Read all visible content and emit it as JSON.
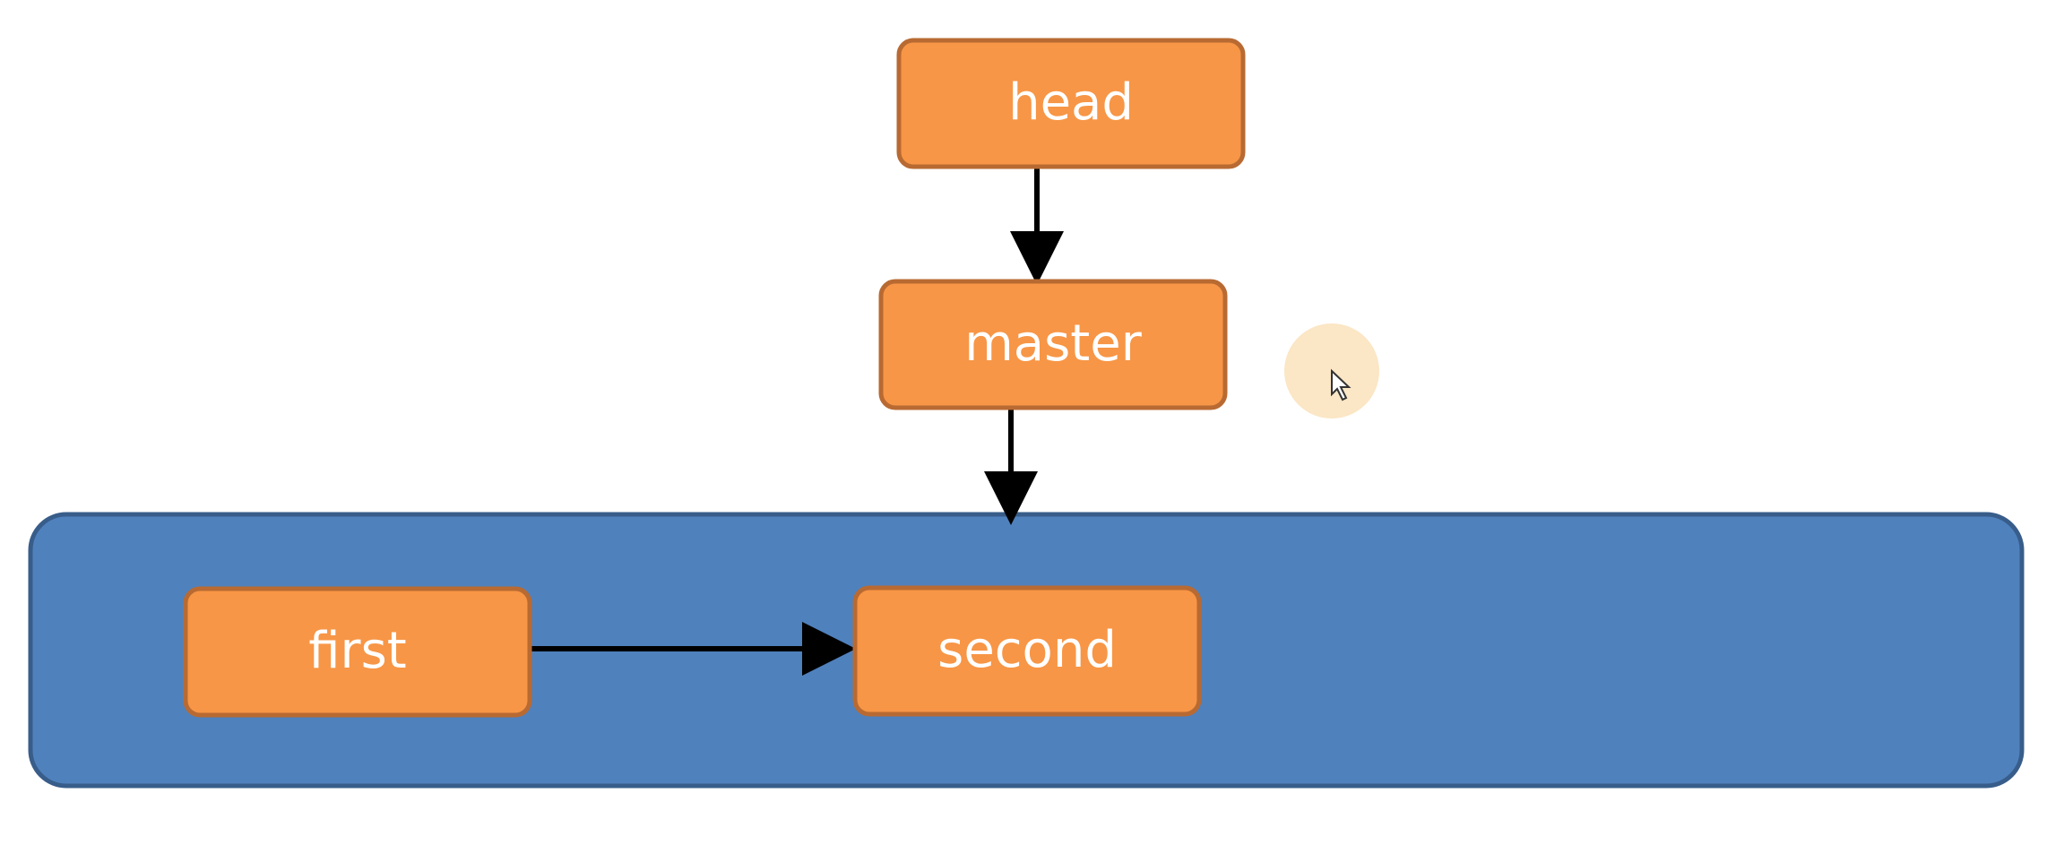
{
  "nodes": {
    "head": "head",
    "master": "master",
    "first": "first",
    "second": "second"
  },
  "colors": {
    "node_fill": "#F79646",
    "node_border": "#B86A32",
    "node_text": "#FFFFFF",
    "container_fill": "#4F81BD",
    "container_border": "#385D8A",
    "arrow": "#000000",
    "cursor_highlight": "#FBE5C2"
  },
  "icons": {
    "cursor": "cursor-icon"
  }
}
